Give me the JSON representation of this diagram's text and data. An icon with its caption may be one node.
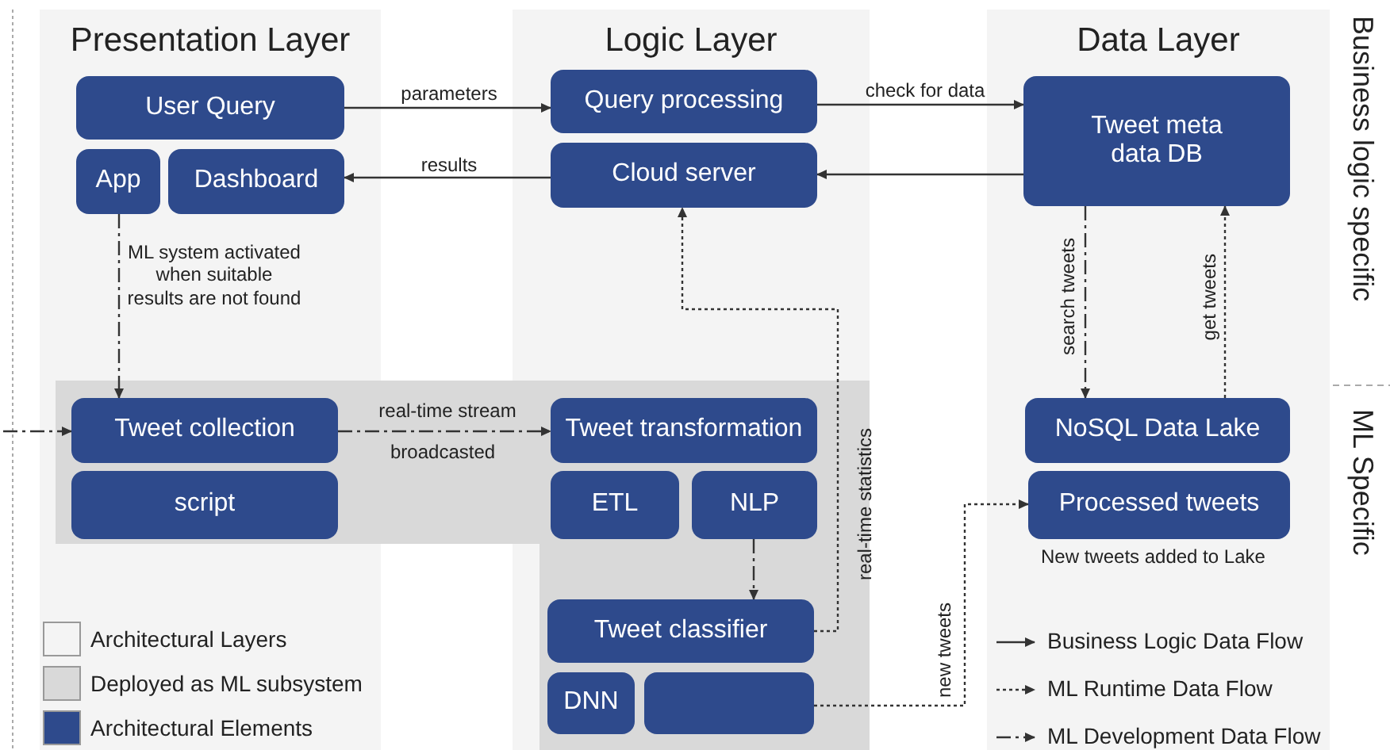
{
  "diagram": {
    "nodes": [
      {
        "text": [
          "Presentation Layer"
        ]
      },
      {
        "text": [
          "Logic Layer"
        ]
      },
      {
        "text": [
          "Data Layer"
        ]
      },
      {
        "text": [
          "User Query"
        ],
        "in": 0
      },
      {
        "text": [
          "App"
        ],
        "in": 0
      },
      {
        "text": [
          "Dashboard"
        ],
        "in": 0
      },
      {
        "text": [
          "Query processing"
        ],
        "in": 1
      },
      {
        "text": [
          "Cloud server"
        ],
        "in": 1
      },
      {
        "text": [
          "Tweet meta data DB"
        ],
        "in": 2
      },
      {
        "text": [
          "Tweet collection"
        ],
        "in": 0
      },
      {
        "text": [
          "script"
        ],
        "in": 0
      },
      {
        "text": [
          "Tweet transformation"
        ],
        "in": 1
      },
      {
        "text": [
          "ETL"
        ],
        "in": 1
      },
      {
        "text": [
          "NLP"
        ],
        "in": 1
      },
      {
        "text": [
          "Tweet classifier"
        ],
        "in": 1
      },
      {
        "text": [
          "DNN"
        ],
        "in": 1
      },
      {
        "text": [],
        "shape": "box",
        "in": 1
      },
      {
        "text": [
          "NoSQL Data Lake"
        ],
        "in": 2
      },
      {
        "text": [
          "Processed tweets"
        ],
        "in": 2,
        "beside": [
          "New tweets added to Lake"
        ]
      }
    ],
    "edges": [
      {
        "from": 3,
        "to": 6,
        "arrow": "to",
        "label": "parameters"
      },
      {
        "from": 7,
        "to": 5,
        "arrow": "to",
        "label": "results"
      },
      {
        "from": 6,
        "to": 8,
        "arrow": "to",
        "label": "check for data"
      },
      {
        "from": 8,
        "to": 7,
        "arrow": "to"
      },
      {
        "from": 4,
        "to": 9,
        "arrow": "to",
        "style": "dashed",
        "label": "ML system activated when suitable results are not found"
      },
      {
        "from": null,
        "to": 9,
        "arrow": "to",
        "style": "dashed"
      },
      {
        "from": 9,
        "to": 11,
        "arrow": "to",
        "style": "dashed",
        "label": "real-time stream"
      },
      {
        "from": 13,
        "to": 14,
        "arrow": "to",
        "style": "dashed"
      },
      {
        "from": 14,
        "to": 7,
        "arrow": "to",
        "style": "dashed",
        "label": "real-time statistics"
      },
      {
        "from": 8,
        "to": 17,
        "arrow": "to",
        "style": "dashed",
        "label": "search tweets"
      },
      {
        "from": 17,
        "to": 8,
        "arrow": "to",
        "style": "dashed",
        "label": "get tweets"
      },
      {
        "from": 16,
        "to": 18,
        "arrow": "to",
        "style": "dashed",
        "label": "new tweets"
      }
    ],
    "labels": [
      "broadcasted",
      "Business logic specific",
      "ML Specific"
    ],
    "legend": [
      {
        "text": "Architectural Layers",
        "color": "#f4f4f4"
      },
      {
        "text": "Deployed as ML subsystem",
        "color": "#d9d9d9"
      },
      {
        "text": "Architectural Elements",
        "color": "#2e4a8c"
      },
      {
        "text": "Business Logic Data Flow"
      },
      {
        "text": "ML Runtime Data Flow"
      },
      {
        "text": "ML Development Data Flow"
      }
    ]
  }
}
